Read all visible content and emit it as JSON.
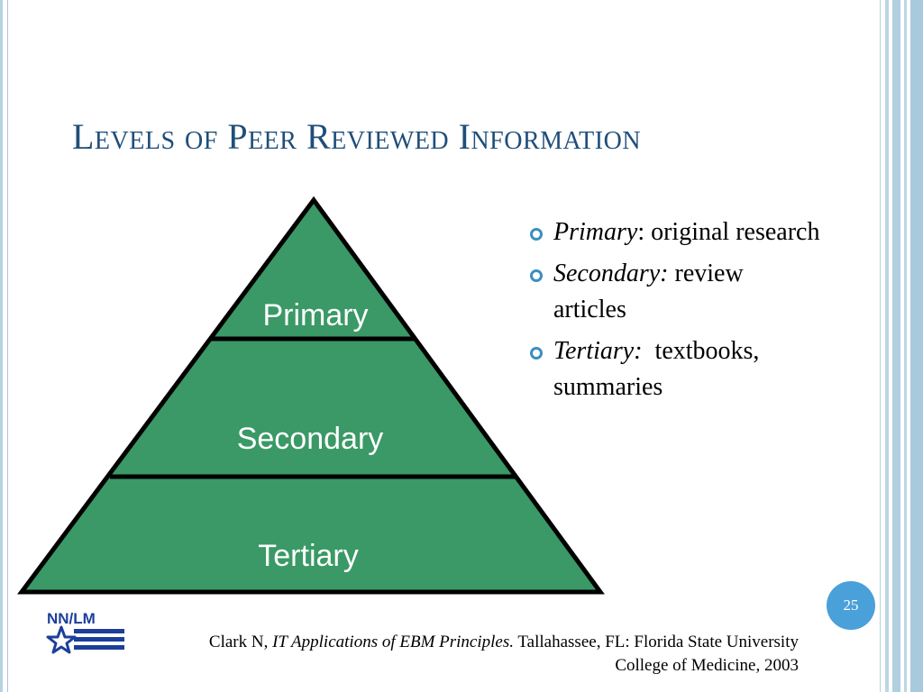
{
  "slide": {
    "title": "Levels of Peer Reviewed Information",
    "page_number": "25"
  },
  "pyramid": {
    "levels": [
      {
        "label": "Primary"
      },
      {
        "label": "Secondary"
      },
      {
        "label": "Tertiary"
      }
    ],
    "fill_color": "#3a9966",
    "label_color": "#ffffff"
  },
  "bullets": [
    {
      "term": "Primary",
      "separator": ":",
      "text": " original research"
    },
    {
      "term": "Secondary:",
      "separator": "",
      "text": " review articles"
    },
    {
      "term": "Tertiary:",
      "separator": "",
      "text": "  textbooks, summaries"
    }
  ],
  "logo": {
    "text": "NN/LM",
    "icon": "star-icon"
  },
  "citation": {
    "author": "Clark N, ",
    "work": "IT Applications of EBM Principles.",
    "rest": " Tallahassee, FL: Florida State University College of Medicine, 2003"
  },
  "colors": {
    "title": "#1f4e7a",
    "accent": "#3b8ec4",
    "badge": "#4aa0d8",
    "frame": "#b0cfe0"
  }
}
